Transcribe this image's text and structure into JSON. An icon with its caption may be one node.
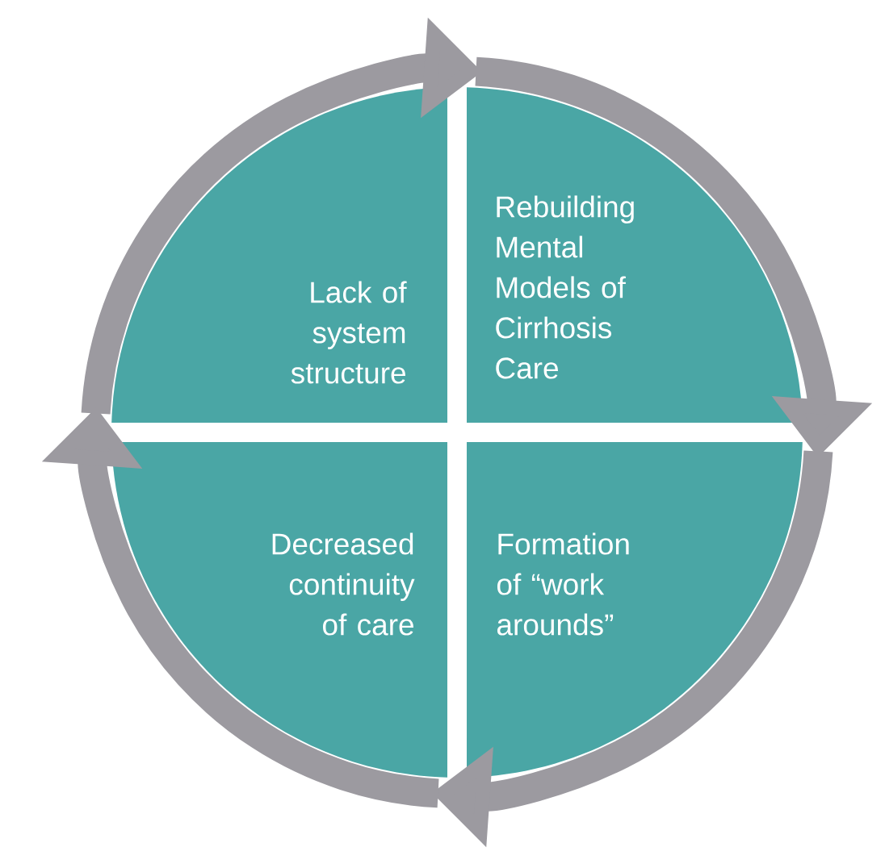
{
  "diagram": {
    "nodes": [
      {
        "text": [
          "Lack of system structure"
        ]
      },
      {
        "text": [
          "Rebuilding Mental Models of Cirrhosis Care"
        ]
      },
      {
        "text": [
          "Decreased continuity of care"
        ]
      },
      {
        "text": [
          "Formation of “work arounds”"
        ]
      }
    ],
    "edges": [
      {
        "from": 0,
        "to": 1,
        "arrow": "to"
      },
      {
        "from": 1,
        "to": 3,
        "arrow": "to"
      },
      {
        "from": 3,
        "to": 2,
        "arrow": "to"
      },
      {
        "from": 2,
        "to": 0,
        "arrow": "to"
      }
    ]
  }
}
